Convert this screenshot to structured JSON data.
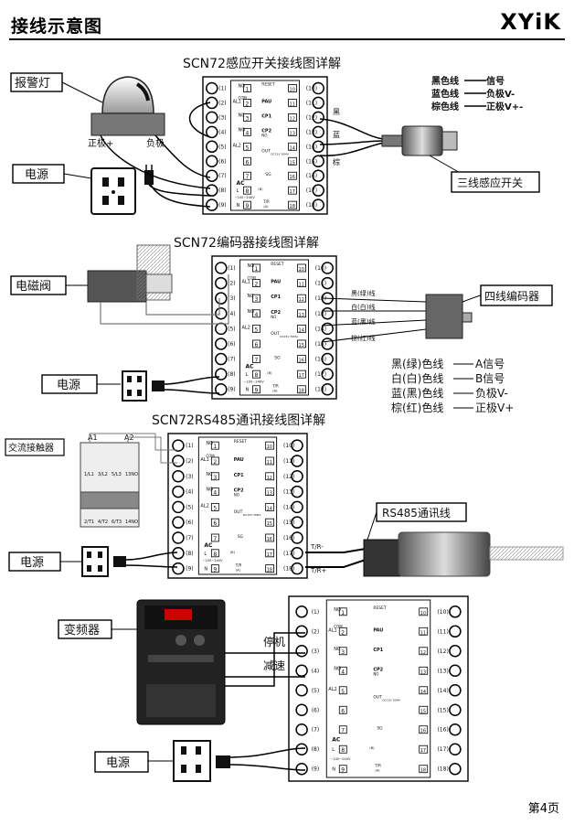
{
  "page": {
    "title": "接线示意图",
    "brand": "XYiK",
    "page_number": "第4页"
  },
  "sections": [
    {
      "title": "SCN72感应开关接线图详解",
      "labels": {
        "alarm_lamp": "报警灯",
        "positive": "正极+",
        "negative": "负极",
        "power": "电源",
        "sensor": "三线感应开关"
      },
      "wire_labels": [
        "黑",
        "蓝",
        "棕"
      ],
      "legend": [
        {
          "color": "黑色线",
          "signal": "信号"
        },
        {
          "color": "蓝色线",
          "signal": "负极V-"
        },
        {
          "color": "棕色线",
          "signal": "正极V+-"
        }
      ]
    },
    {
      "title": "SCN72编码器接线图详解",
      "labels": {
        "solenoid": "电磁阀",
        "power": "电源",
        "encoder": "四线编码器"
      },
      "wire_labels": [
        "黑(绿)线",
        "白(白)线",
        "蓝(黑)线",
        "棕(红)线"
      ],
      "legend": [
        {
          "color": "黑(绿)色线",
          "signal": "A信号"
        },
        {
          "color": "白(白)色线",
          "signal": "B信号"
        },
        {
          "color": "蓝(黑)色线",
          "signal": "负极V-"
        },
        {
          "color": "棕(红)色线",
          "signal": "正极V+"
        }
      ]
    },
    {
      "title": "SCN72RS485通讯接线图详解",
      "labels": {
        "contactor": "交流接触器",
        "a1": "A1",
        "a2": "A2",
        "power": "电源",
        "rs485": "RS485通讯线"
      },
      "contactor_top": [
        "1/L1",
        "3/L2",
        "5/L3",
        "13NO"
      ],
      "contactor_bottom": [
        "2/T1",
        "4/T2",
        "6/T3",
        "14NO"
      ],
      "wire_labels": [
        "T/R-",
        "T/R+"
      ]
    },
    {
      "labels": {
        "inverter": "变频器",
        "stop": "停机",
        "decel": "减速",
        "power": "电源"
      }
    }
  ],
  "controller": {
    "left_terminals": [
      "(1)",
      "(2)",
      "(3)",
      "(4)",
      "(5)",
      "(6)",
      "(7)",
      "(8)",
      "(9)"
    ],
    "right_terminals": [
      "(10)",
      "(11)",
      "(12)",
      "(13)",
      "(14)",
      "(15)",
      "(16)",
      "(17)",
      "(18)"
    ],
    "inner": {
      "no1": "NO",
      "al1": "AL1",
      "com": "COM",
      "nc": "NC",
      "no4": "NO",
      "al2": "AL2",
      "reset": "RESET",
      "pau": "PAU",
      "cp1": "CP1",
      "cp2": "CP2",
      "no": "NO",
      "out": "OUT",
      "out_spec": "DC15V 30MA",
      "sg": "SG",
      "tr": "T/R",
      "b": "(B)",
      "a": "(A)",
      "ac": "AC",
      "l": "L",
      "n": "N",
      "volt": "~100~240V",
      "nums_left": [
        "1",
        "2",
        "3",
        "4",
        "5",
        "6",
        "7",
        "8",
        "9"
      ],
      "nums_right": [
        "10",
        "11",
        "12",
        "13",
        "14",
        "15",
        "16",
        "17",
        "18"
      ]
    }
  }
}
